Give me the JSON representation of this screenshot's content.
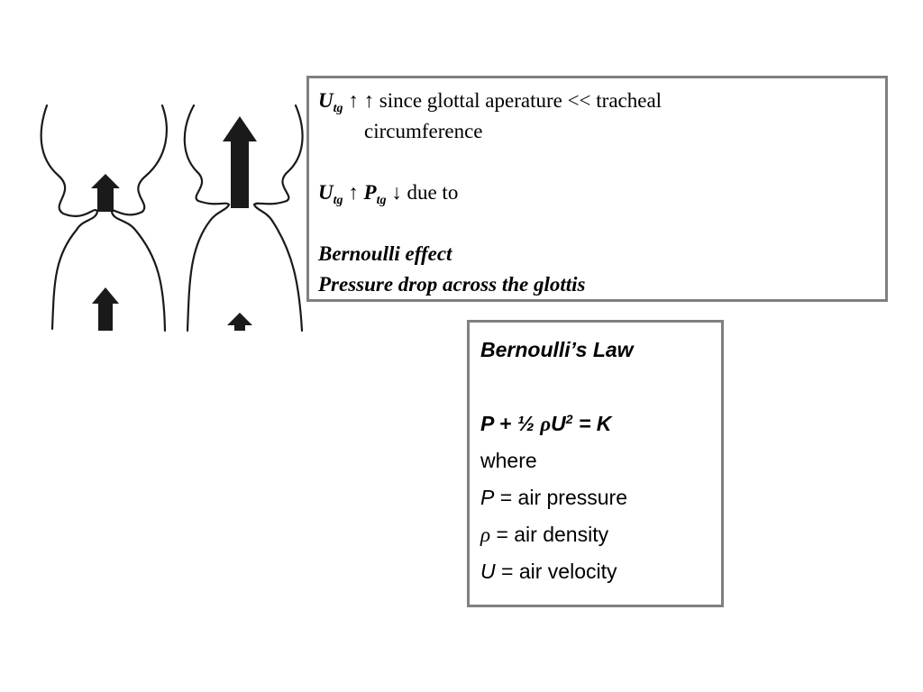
{
  "diagram": {
    "name": "glottis airflow sketch"
  },
  "box1": {
    "line1": {
      "var": "U",
      "sub": "tg",
      "arrows": "↑ ↑",
      "text": "since glottal aperature << tracheal"
    },
    "line1_cont": "circumference",
    "line2": {
      "var1": "U",
      "sub1": "tg",
      "arrow1": "↑",
      "var2": "P",
      "sub2": "tg",
      "arrow2": "↓",
      "text": "due to"
    },
    "line3": "Bernoulli effect",
    "line4": "Pressure drop across the glottis"
  },
  "box2": {
    "title": "Bernoulli’s Law",
    "eq": {
      "lhs": "P + ½",
      "rho": "ρ",
      "u": "U",
      "sup": "2",
      "rhs": "= K"
    },
    "where": "where",
    "defs": [
      {
        "sym": "P",
        "text": "= air pressure"
      },
      {
        "sym": "ρ",
        "text": "= air density"
      },
      {
        "sym": "U",
        "text": "= air velocity"
      }
    ]
  }
}
